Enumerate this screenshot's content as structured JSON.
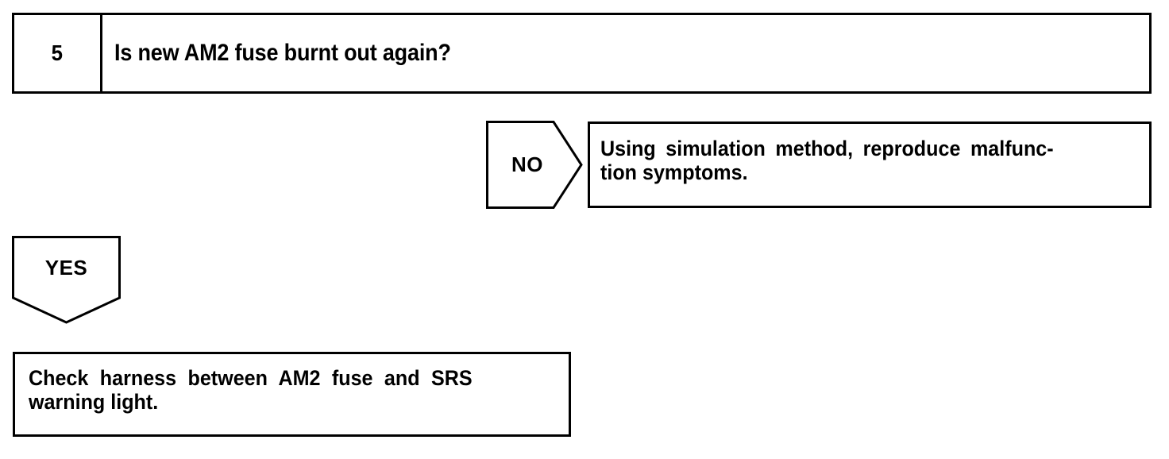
{
  "diagram": {
    "type": "troubleshooting-flowchart",
    "colors": {
      "line": "#000000",
      "background": "#ffffff",
      "text": "#000000"
    },
    "step": {
      "number": "5",
      "question": "Is new AM2 fuse burnt out again?"
    },
    "branches": {
      "no": {
        "label": "NO",
        "shape": "pentagon-right",
        "action_line1": "Using simulation method, reproduce malfunc-",
        "action_line2": "tion symptoms."
      },
      "yes": {
        "label": "YES",
        "shape": "pentagon-down",
        "action_line1": "Check harness between AM2 fuse and SRS",
        "action_line2": "warning light."
      }
    }
  }
}
